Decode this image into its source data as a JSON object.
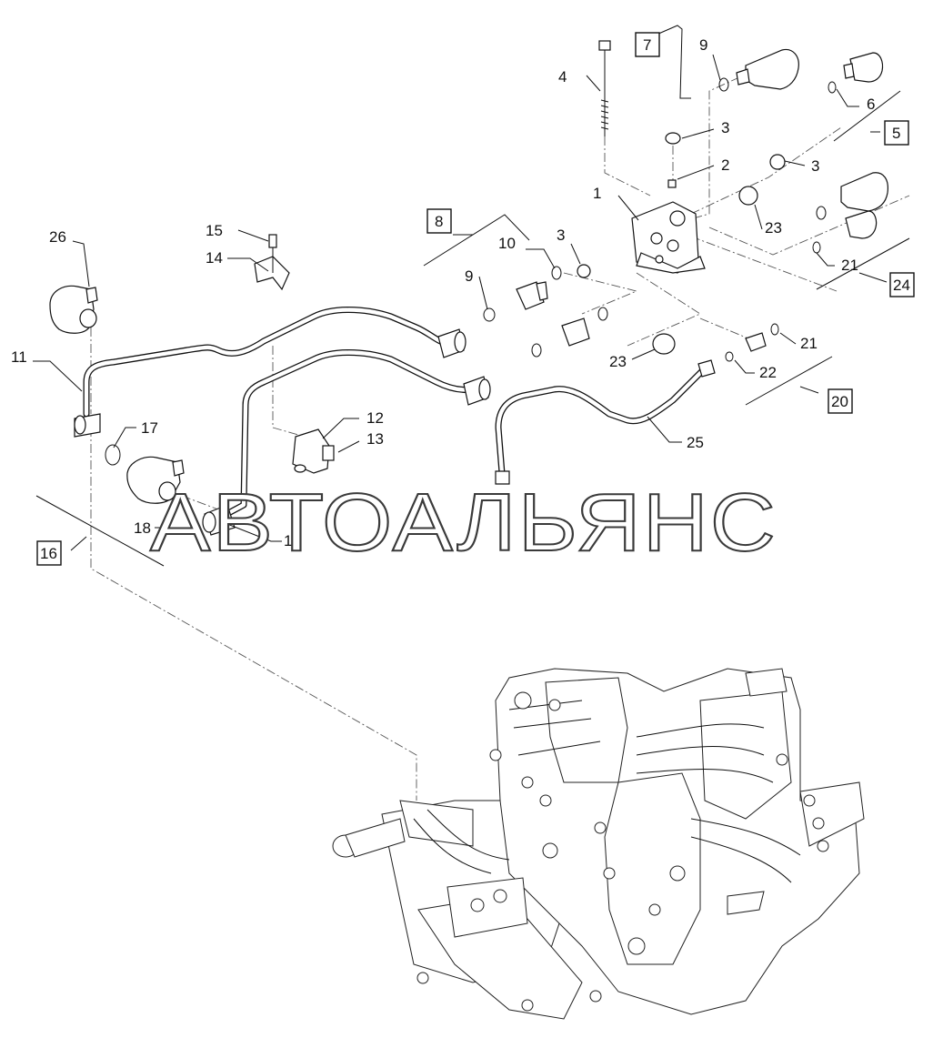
{
  "watermark": "АВТОАЛЬЯНС",
  "callouts": [
    "1",
    "2",
    "3",
    "3",
    "3",
    "3",
    "4",
    "6",
    "9",
    "9",
    "10",
    "11",
    "12",
    "13",
    "14",
    "15",
    "17",
    "18",
    "19",
    "21",
    "21",
    "22",
    "23",
    "23",
    "25",
    "26"
  ],
  "boxed_callouts": [
    "5",
    "7",
    "8",
    "16",
    "20",
    "24"
  ]
}
